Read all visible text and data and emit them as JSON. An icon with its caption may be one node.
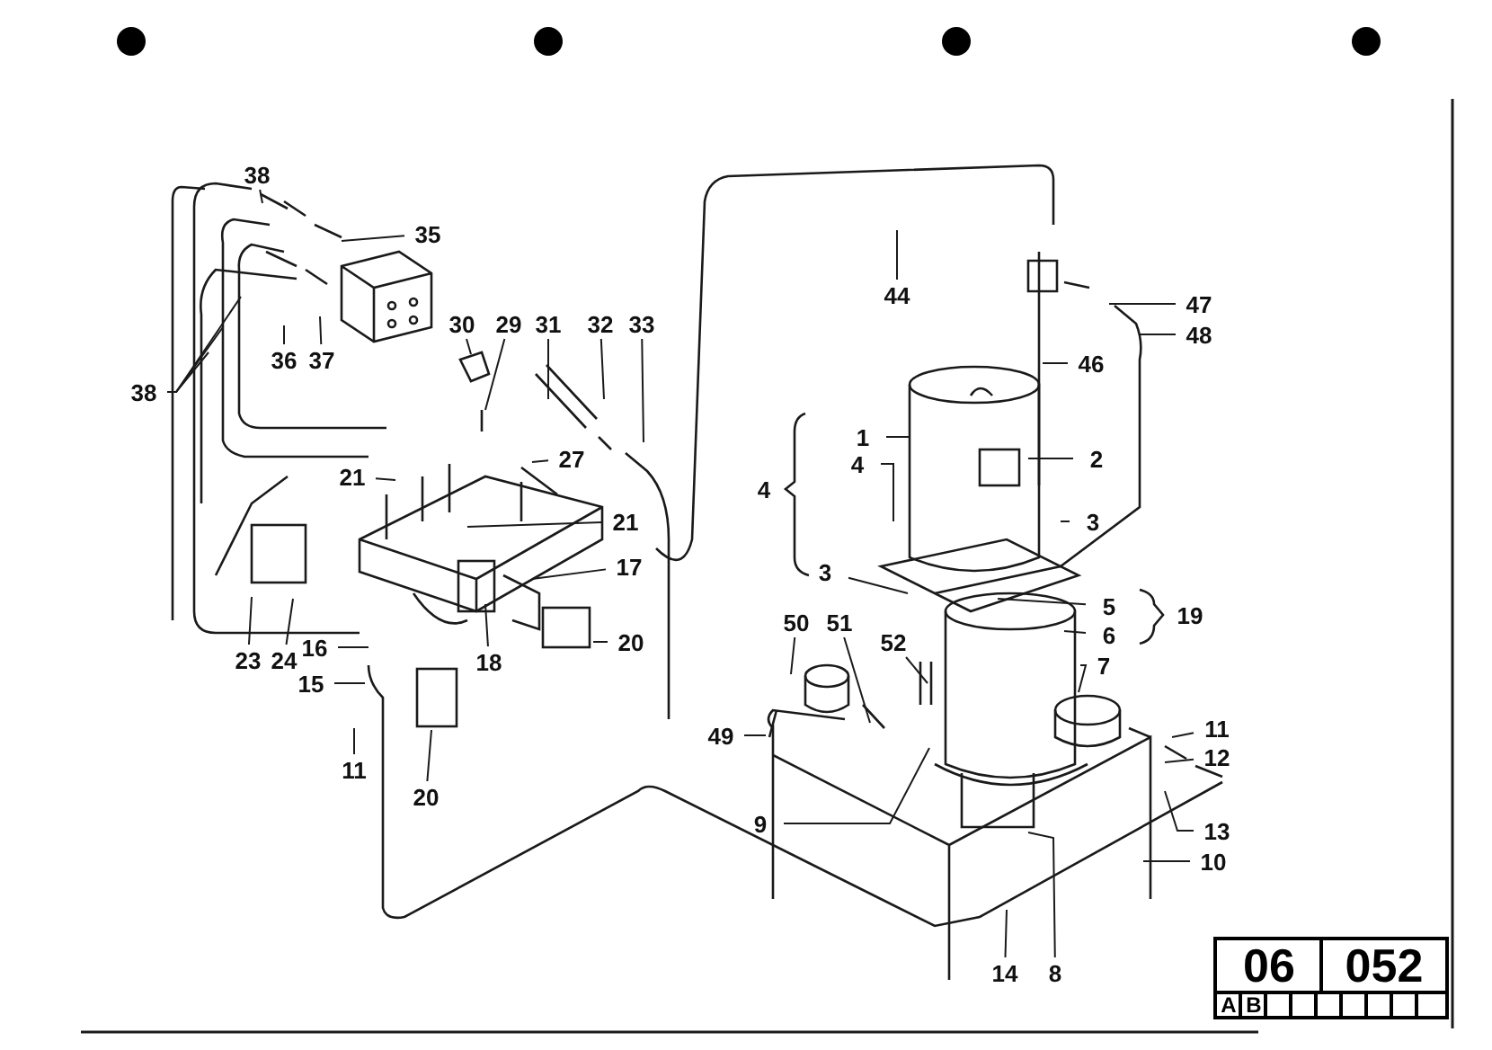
{
  "diagram": {
    "nodes": [
      {
        "text": [
          "38"
        ]
      },
      {
        "text": [
          "35"
        ]
      },
      {
        "text": [
          "36"
        ]
      },
      {
        "text": [
          "37"
        ]
      },
      {
        "text": [
          "38"
        ]
      },
      {
        "text": [
          "30"
        ]
      },
      {
        "text": [
          "29"
        ]
      },
      {
        "text": [
          "31"
        ]
      },
      {
        "text": [
          "32"
        ]
      },
      {
        "text": [
          "33"
        ]
      },
      {
        "text": [
          "27"
        ]
      },
      {
        "text": [
          "21"
        ]
      },
      {
        "text": [
          "21"
        ]
      },
      {
        "text": [
          "17"
        ]
      },
      {
        "text": [
          "20"
        ]
      },
      {
        "text": [
          "18"
        ]
      },
      {
        "text": [
          "23"
        ]
      },
      {
        "text": [
          "24"
        ]
      },
      {
        "text": [
          "16"
        ]
      },
      {
        "text": [
          "15"
        ]
      },
      {
        "text": [
          "11"
        ]
      },
      {
        "text": [
          "20"
        ]
      },
      {
        "text": [
          "44"
        ]
      },
      {
        "text": [
          "46"
        ]
      },
      {
        "text": [
          "47"
        ]
      },
      {
        "text": [
          "48"
        ]
      },
      {
        "text": [
          "1"
        ]
      },
      {
        "text": [
          "2"
        ]
      },
      {
        "text": [
          "4"
        ]
      },
      {
        "text": [
          "3"
        ]
      },
      {
        "text": [
          "4"
        ]
      },
      {
        "text": [
          "3"
        ]
      },
      {
        "text": [
          "5"
        ]
      },
      {
        "text": [
          "6"
        ]
      },
      {
        "text": [
          "19"
        ]
      },
      {
        "text": [
          "7"
        ]
      },
      {
        "text": [
          "50"
        ]
      },
      {
        "text": [
          "51"
        ]
      },
      {
        "text": [
          "52"
        ]
      },
      {
        "text": [
          "49"
        ]
      },
      {
        "text": [
          "11"
        ]
      },
      {
        "text": [
          "12"
        ]
      },
      {
        "text": [
          "13"
        ]
      },
      {
        "text": [
          "10"
        ]
      },
      {
        "text": [
          "9"
        ]
      },
      {
        "text": [
          "14"
        ]
      },
      {
        "text": [
          "8"
        ]
      }
    ],
    "edges": [
      {
        "from": 0,
        "to": null,
        "arrow": "none"
      },
      {
        "from": 1,
        "to": null,
        "arrow": "none"
      },
      {
        "from": 2,
        "to": null,
        "arrow": "none"
      },
      {
        "from": 3,
        "to": null,
        "arrow": "none"
      },
      {
        "from": 4,
        "to": null,
        "arrow": "none"
      },
      {
        "from": 4,
        "to": null,
        "arrow": "none"
      },
      {
        "from": 4,
        "to": null,
        "arrow": "none"
      },
      {
        "from": 5,
        "to": null,
        "arrow": "none"
      },
      {
        "from": 6,
        "to": null,
        "arrow": "none"
      },
      {
        "from": 7,
        "to": null,
        "arrow": "none"
      },
      {
        "from": 8,
        "to": null,
        "arrow": "none"
      },
      {
        "from": 9,
        "to": null,
        "arrow": "none"
      },
      {
        "from": 10,
        "to": null,
        "arrow": "none"
      },
      {
        "from": 11,
        "to": null,
        "arrow": "none"
      },
      {
        "from": 12,
        "to": null,
        "arrow": "none"
      },
      {
        "from": 13,
        "to": null,
        "arrow": "none"
      },
      {
        "from": 14,
        "to": null,
        "arrow": "none"
      },
      {
        "from": 15,
        "to": null,
        "arrow": "none"
      },
      {
        "from": 16,
        "to": null,
        "arrow": "none"
      },
      {
        "from": 17,
        "to": null,
        "arrow": "none"
      },
      {
        "from": 18,
        "to": null,
        "arrow": "none"
      },
      {
        "from": 19,
        "to": null,
        "arrow": "none"
      },
      {
        "from": 20,
        "to": null,
        "arrow": "none"
      },
      {
        "from": 21,
        "to": null,
        "arrow": "none"
      },
      {
        "from": 22,
        "to": null,
        "arrow": "none"
      },
      {
        "from": 23,
        "to": null,
        "arrow": "none"
      },
      {
        "from": 24,
        "to": null,
        "arrow": "none"
      },
      {
        "from": 25,
        "to": null,
        "arrow": "none"
      },
      {
        "from": 26,
        "to": null,
        "arrow": "none"
      },
      {
        "from": 27,
        "to": null,
        "arrow": "none"
      },
      {
        "from": 28,
        "to": null,
        "arrow": "none"
      },
      {
        "from": 29,
        "to": null,
        "arrow": "none"
      },
      {
        "from": 31,
        "to": null,
        "arrow": "none"
      },
      {
        "from": 32,
        "to": null,
        "arrow": "none"
      },
      {
        "from": 33,
        "to": null,
        "arrow": "none"
      },
      {
        "from": 35,
        "to": null,
        "arrow": "none"
      },
      {
        "from": 36,
        "to": null,
        "arrow": "none"
      },
      {
        "from": 37,
        "to": null,
        "arrow": "none"
      },
      {
        "from": 38,
        "to": null,
        "arrow": "none"
      },
      {
        "from": 39,
        "to": null,
        "arrow": "none"
      },
      {
        "from": 40,
        "to": null,
        "arrow": "none"
      },
      {
        "from": 41,
        "to": null,
        "arrow": "none"
      },
      {
        "from": 42,
        "to": null,
        "arrow": "none"
      },
      {
        "from": 43,
        "to": null,
        "arrow": "none"
      },
      {
        "from": 44,
        "to": null,
        "arrow": "none"
      },
      {
        "from": 45,
        "to": null,
        "arrow": "none"
      },
      {
        "from": 46,
        "to": null,
        "arrow": "none"
      }
    ],
    "labels": [
      "06",
      "052",
      "A",
      "B"
    ]
  }
}
